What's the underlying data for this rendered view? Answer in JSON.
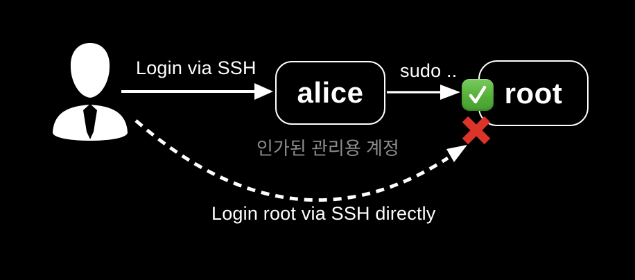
{
  "diagram": {
    "title_hint": "SSH root login policy diagram",
    "background": "#000000",
    "actor": {
      "icon": "businessman-icon"
    },
    "nodes": [
      {
        "id": "alice",
        "label": "alice",
        "caption": "인가된 관리용 계정"
      },
      {
        "id": "root",
        "label": "root"
      }
    ],
    "edges": [
      {
        "from": "user",
        "to": "alice",
        "label": "Login via SSH",
        "style": "solid",
        "result": ""
      },
      {
        "from": "alice",
        "to": "root",
        "label": "sudo ..",
        "style": "solid",
        "result": "allowed",
        "result_icon": "check-mark-icon"
      },
      {
        "from": "user",
        "to": "root",
        "label": "Login root via SSH directly",
        "style": "dashed",
        "result": "denied",
        "result_icon": "cross-mark-icon"
      }
    ],
    "colors": {
      "background": "#000000",
      "line": "#ffffff",
      "text": "#ffffff",
      "caption_gray": "#8d8d8d",
      "check_green": "#55b03a",
      "cross_red": "#dc3429"
    }
  }
}
